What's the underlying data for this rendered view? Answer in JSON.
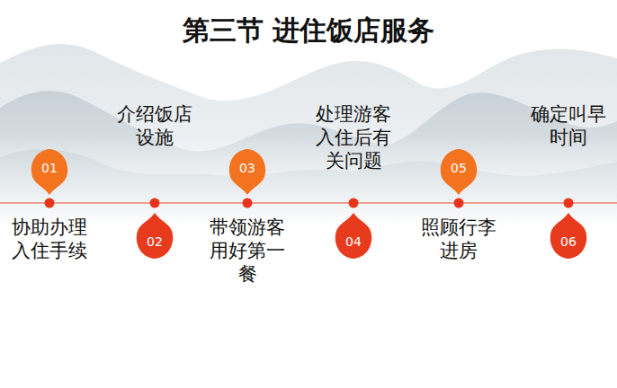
{
  "diagram": {
    "title": "第三节 进住饭店服务",
    "nodes": [
      {
        "text": [
          "01"
        ]
      },
      {
        "text": [
          "02"
        ]
      },
      {
        "text": [
          "03"
        ]
      },
      {
        "text": [
          "04"
        ]
      },
      {
        "text": [
          "05"
        ]
      },
      {
        "text": [
          "06"
        ]
      }
    ],
    "labels": [
      "协助办理入住手续",
      "介绍饭店设施",
      "带领游客用好第一餐",
      "处理游客入住后有关问题",
      "照顾行李进房",
      "确定叫早时间"
    ]
  }
}
